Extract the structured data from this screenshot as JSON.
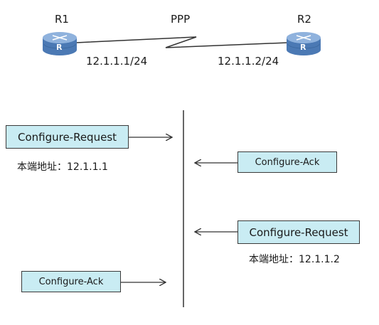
{
  "topology": {
    "link_label": "PPP",
    "r1": {
      "name": "R1",
      "ip": "12.1.1.1/24",
      "icon_letter": "R"
    },
    "r2": {
      "name": "R2",
      "ip": "12.1.1.2/24",
      "icon_letter": "R"
    }
  },
  "left": {
    "configure_request": "Configure-Request",
    "local_address": "本端地址：12.1.1.1",
    "configure_ack": "Configure-Ack"
  },
  "right": {
    "configure_ack": "Configure-Ack",
    "configure_request": "Configure-Request",
    "local_address": "本端地址：12.1.1.2"
  },
  "colors": {
    "message_box": "#c9ecf3",
    "router_body": "#4b79b4",
    "router_top": "#8fb2dd"
  }
}
